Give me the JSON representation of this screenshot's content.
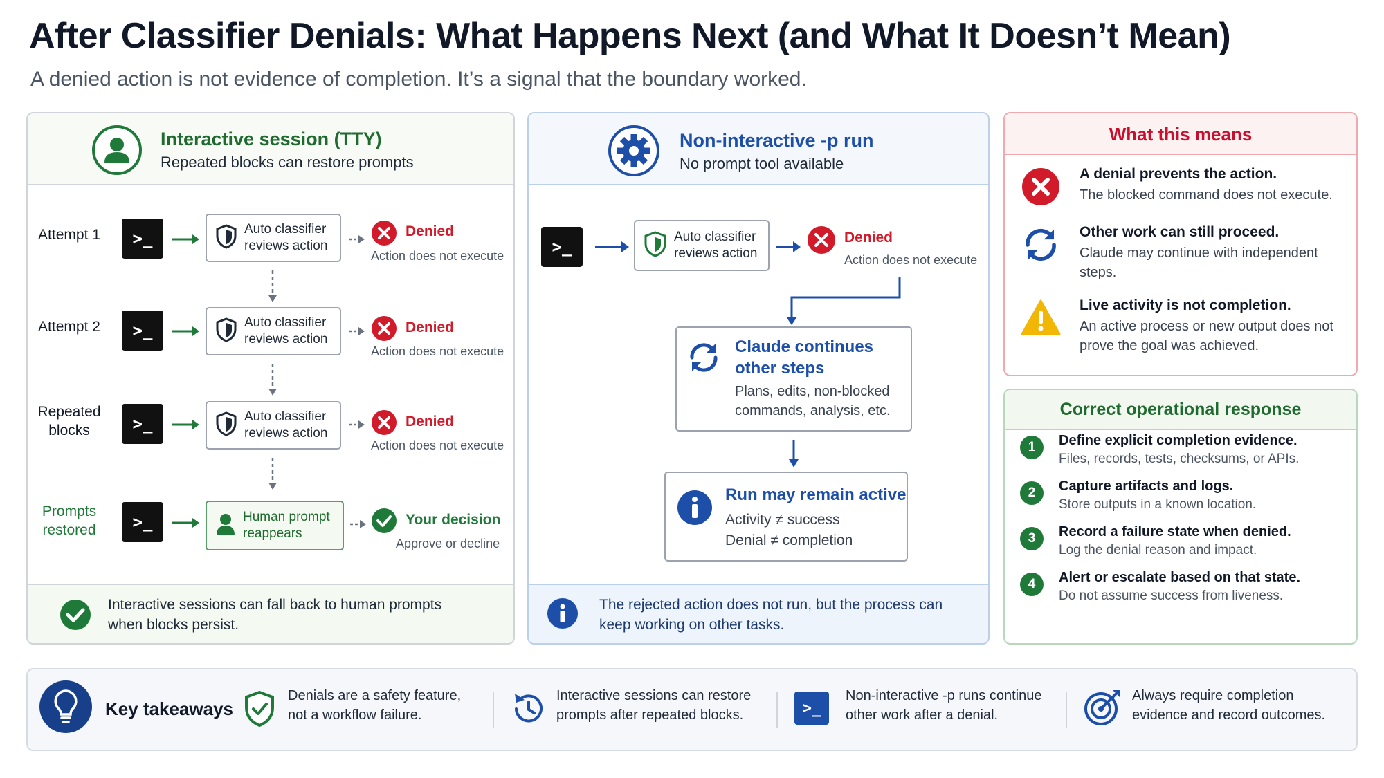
{
  "title": "After Classifier Denials: What Happens Next (and What It Doesn’t Mean)",
  "subtitle": "A denied action is not evidence of completion. It’s a signal that the boundary worked.",
  "colors": {
    "green": "#1f7a3a",
    "blue": "#1e4fa8",
    "red": "#d11a2a",
    "amber": "#f2b705"
  },
  "left_panel": {
    "title": "Interactive session (TTY)",
    "subtitle": "Repeated blocks can restore prompts",
    "icon": "user-icon",
    "terminal_glyph": ">_",
    "rows": [
      {
        "label": "Attempt 1",
        "box": "Auto classifier reviews action",
        "status": "Denied",
        "status_sub": "Action does not execute"
      },
      {
        "label": "Attempt 2",
        "box": "Auto classifier reviews action",
        "status": "Denied",
        "status_sub": "Action does not execute"
      },
      {
        "label": "Repeated blocks",
        "box": "Auto classifier reviews action",
        "status": "Denied",
        "status_sub": "Action does not execute"
      },
      {
        "label": "Prompts restored",
        "box": "Human prompt reappears",
        "status": "Your decision",
        "status_sub": "Approve or decline"
      }
    ],
    "footer": "Interactive sessions can fall back to human prompts when blocks persist."
  },
  "middle_panel": {
    "title": "Non-interactive -p run",
    "subtitle": "No prompt tool available",
    "icon": "gear-icon",
    "terminal_glyph": ">_",
    "box": "Auto classifier reviews action",
    "status": "Denied",
    "status_sub": "Action does not execute",
    "continue_title": "Claude continues other steps",
    "continue_sub": "Plans, edits, non-blocked commands, analysis, etc.",
    "active_title": "Run may remain active",
    "active_line1": "Activity ≠ success",
    "active_line2": "Denial ≠ completion",
    "footer": "The rejected action does not run, but the process can keep working on other tasks."
  },
  "means_panel": {
    "title": "What this means",
    "items": [
      {
        "icon": "error-x-icon",
        "title": "A denial prevents the action.",
        "sub": "The blocked command does not execute."
      },
      {
        "icon": "sync-icon",
        "title": "Other work can still proceed.",
        "sub": "Claude may continue with independent steps."
      },
      {
        "icon": "warning-icon",
        "title": "Live activity is not completion.",
        "sub": "An active process or new output does not prove the goal was achieved."
      }
    ]
  },
  "response_panel": {
    "title": "Correct operational response",
    "steps": [
      {
        "num": "1",
        "title": "Define explicit completion evidence.",
        "sub": "Files, records, tests, checksums, or APIs."
      },
      {
        "num": "2",
        "title": "Capture artifacts and logs.",
        "sub": "Store outputs in a known location."
      },
      {
        "num": "3",
        "title": "Record a failure state when denied.",
        "sub": "Log the denial reason and impact."
      },
      {
        "num": "4",
        "title": "Alert or escalate based on that state.",
        "sub": "Do not assume success from liveness."
      }
    ]
  },
  "takeaways": {
    "title": "Key takeaways",
    "items": [
      {
        "icon": "shield-icon",
        "text": "Denials are a safety feature, not a workflow failure."
      },
      {
        "icon": "clock-restore-icon",
        "text": "Interactive sessions can restore prompts after repeated blocks."
      },
      {
        "icon": "terminal-icon",
        "text": "Non-interactive -p runs continue other work after a denial."
      },
      {
        "icon": "target-icon",
        "text": "Always require completion evidence and record outcomes."
      }
    ]
  }
}
